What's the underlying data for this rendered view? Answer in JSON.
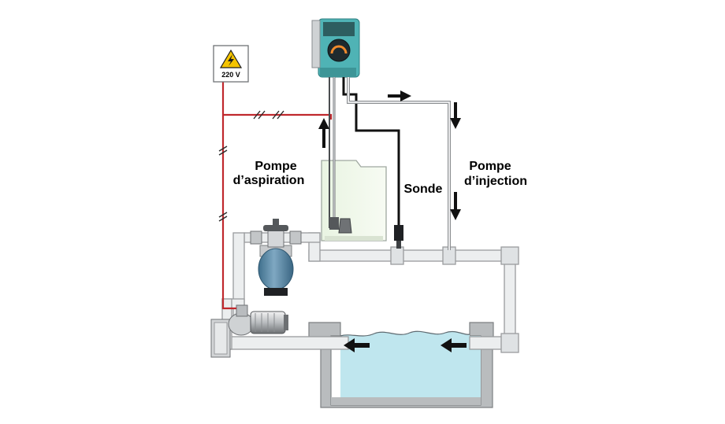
{
  "labels": {
    "aspiration_line1": "Pompe",
    "aspiration_line2": "d’aspiration",
    "sonde": "Sonde",
    "injection_line1": "Pompe",
    "injection_line2": "d’injection",
    "voltage_sign": "220 V"
  },
  "colors": {
    "pipe_fill": "#eceeef",
    "pipe_stroke": "#9a9c9e",
    "power_cable": "#c0282d",
    "pump_body": "#4fb3b5",
    "filter_tank": "#5f8aa5",
    "water": "#bfe6ee",
    "warning_yellow": "#f5c400"
  },
  "icons": {
    "warning": "high-voltage-warning-icon"
  }
}
